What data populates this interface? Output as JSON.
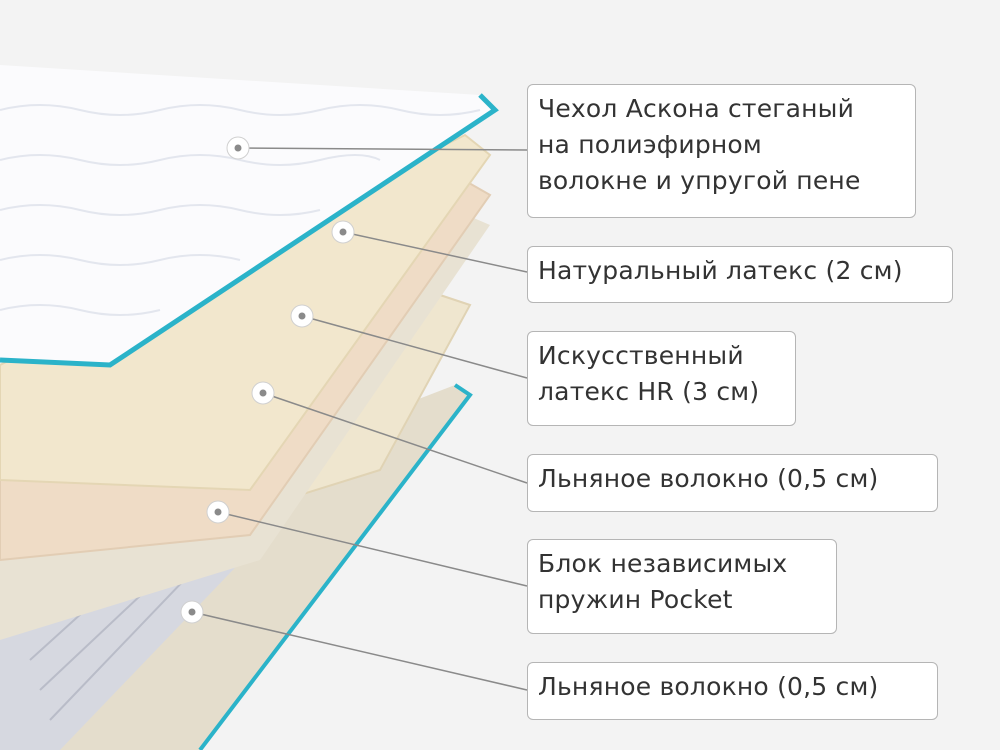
{
  "layers": [
    {
      "label": "Чехол Аскона стеганый\nна полиэфирном\nволокне и упругой пене"
    },
    {
      "label": "Натуральный латекс (2 см)"
    },
    {
      "label": "Искусственный\nлатекс HR (3 см)"
    },
    {
      "label": "Льняное волокно (0,5 см)"
    },
    {
      "label": "Блок независимых\nпружин Pocket"
    },
    {
      "label": "Льняное волокно (0,5 см)"
    }
  ],
  "colors": {
    "accent": "#2bb3c9",
    "cover": "#ffffff",
    "latex": "#f3e6cf",
    "hr_latex": "#f1e3d3",
    "flax": "#e6dfcf",
    "springs": "#d4d6df"
  }
}
